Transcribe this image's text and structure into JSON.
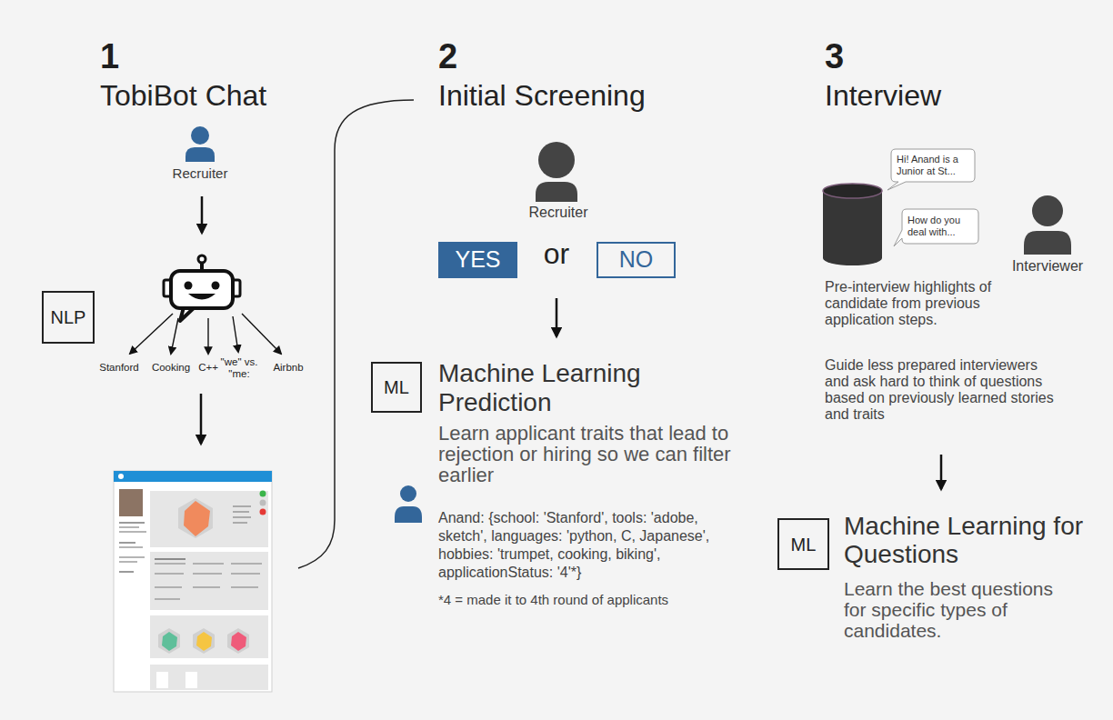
{
  "diagram": {
    "nodes": [
      {
        "text": [
          "NLP"
        ]
      },
      {
        "text": [
          "YES"
        ]
      },
      {
        "text": [
          "NO"
        ]
      },
      {
        "text": [
          "ML"
        ]
      },
      {
        "text": [
          "Hi! Anand is a Junior at St..."
        ]
      },
      {
        "text": [
          "How do you deal with..."
        ]
      },
      {
        "text": [
          "ML"
        ]
      }
    ],
    "labels": [
      "1",
      "TobiBot Chat",
      "Recruiter",
      "Stanford",
      "Cooking",
      "C++",
      "\"we\" vs. \"me:",
      "Airbnb",
      "2",
      "Initial Screening",
      "Recruiter",
      "or",
      "Machine Learning Prediction",
      "Learn applicant traits that lead to rejection or hiring so we can filter earlier",
      "Anand: {school: 'Stanford', tools: 'adobe, sketch', languages: 'python, C, Japanese', hobbies: 'trumpet, cooking, biking', applicationStatus: '4'*}",
      "*4 = made it to 4th round of applicants",
      "3",
      "Interview",
      "Interviewer",
      "Pre-interview highlights of candidate from previous application steps.",
      "Guide less prepared interviewers and ask hard to think of questions based on previously learned stories and traits",
      "Machine Learning for Questions",
      "Learn the best questions for specific types of candidates."
    ]
  }
}
